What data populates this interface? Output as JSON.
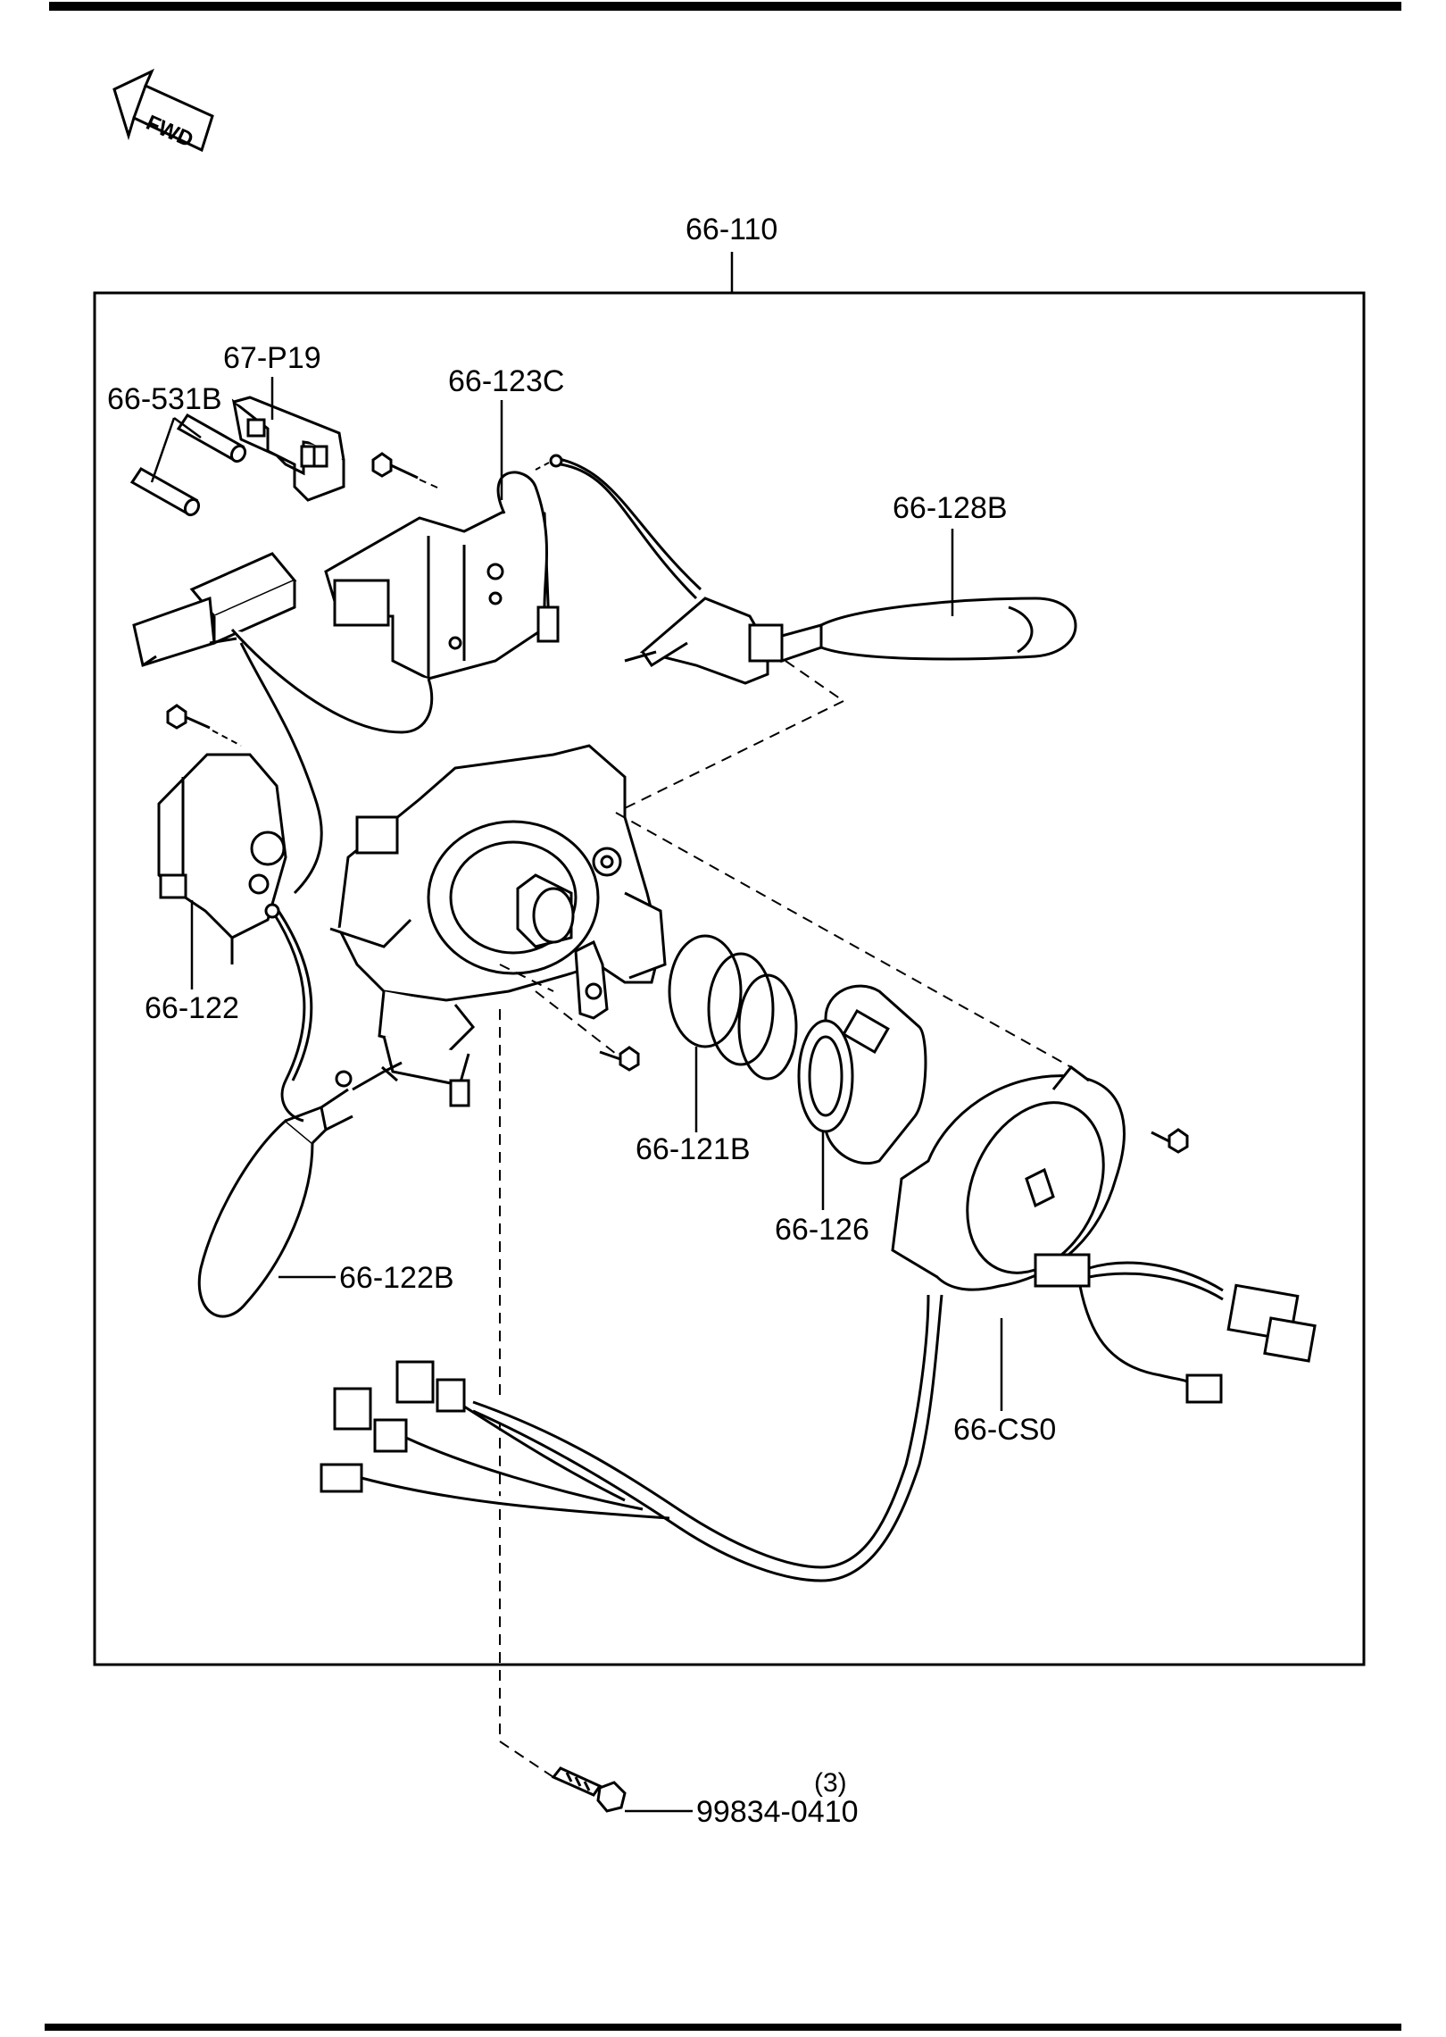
{
  "diagram": {
    "direction_label": "FWD",
    "assembly_part": "66-110",
    "parts": {
      "p67_P19": "67-P19",
      "p66_531B": "66-531B",
      "p66_123C": "66-123C",
      "p66_128B": "66-128B",
      "p66_122": "66-122",
      "p66_121B": "66-121B",
      "p66_126": "66-126",
      "p66_122B": "66-122B",
      "p66_CS0": "66-CS0",
      "screw": "99834-0410"
    },
    "screw_quantity": "(3)"
  }
}
